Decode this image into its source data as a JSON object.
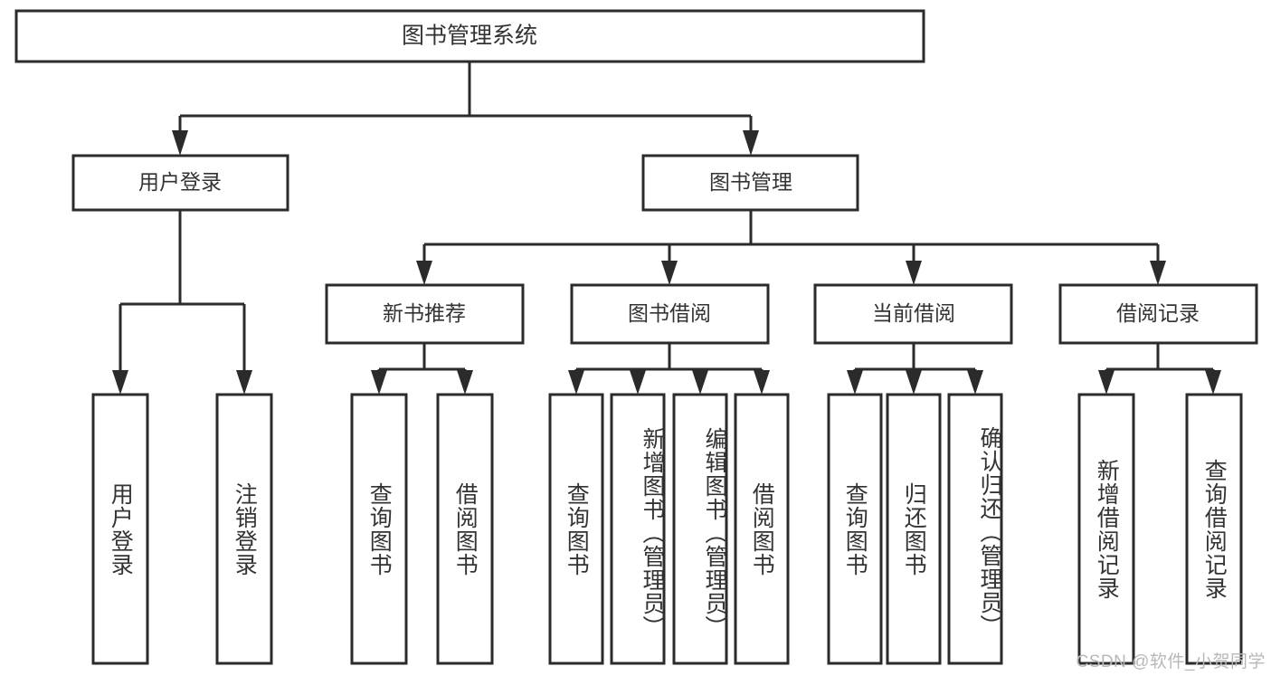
{
  "diagram": {
    "title": "图书管理系统",
    "type": "tree-hierarchy",
    "root": {
      "id": "root",
      "label": "图书管理系统"
    },
    "level2": [
      {
        "id": "user-login",
        "label": "用户登录"
      },
      {
        "id": "book-manage",
        "label": "图书管理"
      }
    ],
    "level3": [
      {
        "id": "new-book-rec",
        "label": "新书推荐",
        "parent": "book-manage"
      },
      {
        "id": "book-borrow",
        "label": "图书借阅",
        "parent": "book-manage"
      },
      {
        "id": "current-borrow",
        "label": "当前借阅",
        "parent": "book-manage"
      },
      {
        "id": "borrow-record",
        "label": "借阅记录",
        "parent": "book-manage"
      }
    ],
    "leaves": [
      {
        "id": "leaf-user-login",
        "label": "用户登录",
        "parent": "user-login"
      },
      {
        "id": "leaf-user-logout",
        "label": "注销登录",
        "parent": "user-login"
      },
      {
        "id": "leaf-rec-query",
        "label": "查询图书",
        "parent": "new-book-rec"
      },
      {
        "id": "leaf-rec-borrow",
        "label": "借阅图书",
        "parent": "new-book-rec"
      },
      {
        "id": "leaf-borrow-query",
        "label": "查询图书",
        "parent": "book-borrow"
      },
      {
        "id": "leaf-borrow-add",
        "label": "新增图书（管理员）",
        "parent": "book-borrow"
      },
      {
        "id": "leaf-borrow-edit",
        "label": "编辑图书（管理员）",
        "parent": "book-borrow"
      },
      {
        "id": "leaf-borrow-lend",
        "label": "借阅图书",
        "parent": "book-borrow"
      },
      {
        "id": "leaf-cur-query",
        "label": "查询图书",
        "parent": "current-borrow"
      },
      {
        "id": "leaf-cur-return",
        "label": "归还图书",
        "parent": "current-borrow"
      },
      {
        "id": "leaf-cur-confirm",
        "label": "确认归还（管理员）",
        "parent": "current-borrow"
      },
      {
        "id": "leaf-rec-add",
        "label": "新增借阅记录",
        "parent": "borrow-record"
      },
      {
        "id": "leaf-rec-search",
        "label": "查询借阅记录",
        "parent": "borrow-record"
      }
    ],
    "colors": {
      "stroke": "#2b2b2b",
      "fill": "#ffffff",
      "text": "#333333",
      "watermark": "#b8b8b8"
    }
  },
  "watermark": {
    "text": "CSDN @软件_小贺同学"
  }
}
